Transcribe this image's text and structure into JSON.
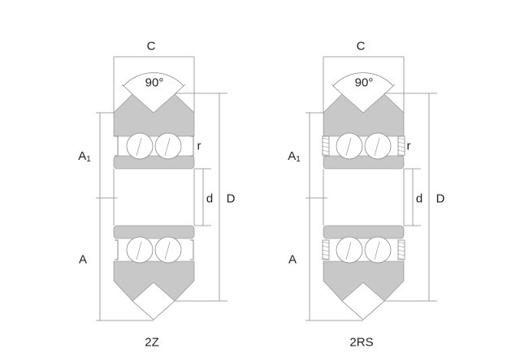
{
  "bearings": [
    {
      "caption": "2Z",
      "width_label": "C",
      "angle_label": "90°",
      "radius_label": "r",
      "bore_label": "d",
      "outer_label": "D",
      "a1_label": "A",
      "a1_sub": "1",
      "a_label": "A",
      "seal": "shield"
    },
    {
      "caption": "2RS",
      "width_label": "C",
      "angle_label": "90°",
      "radius_label": "r",
      "bore_label": "d",
      "outer_label": "D",
      "a1_label": "A",
      "a1_sub": "1",
      "a_label": "A",
      "seal": "rubber"
    }
  ],
  "colors": {
    "fill": "#c8c8c8",
    "line": "#888888"
  }
}
